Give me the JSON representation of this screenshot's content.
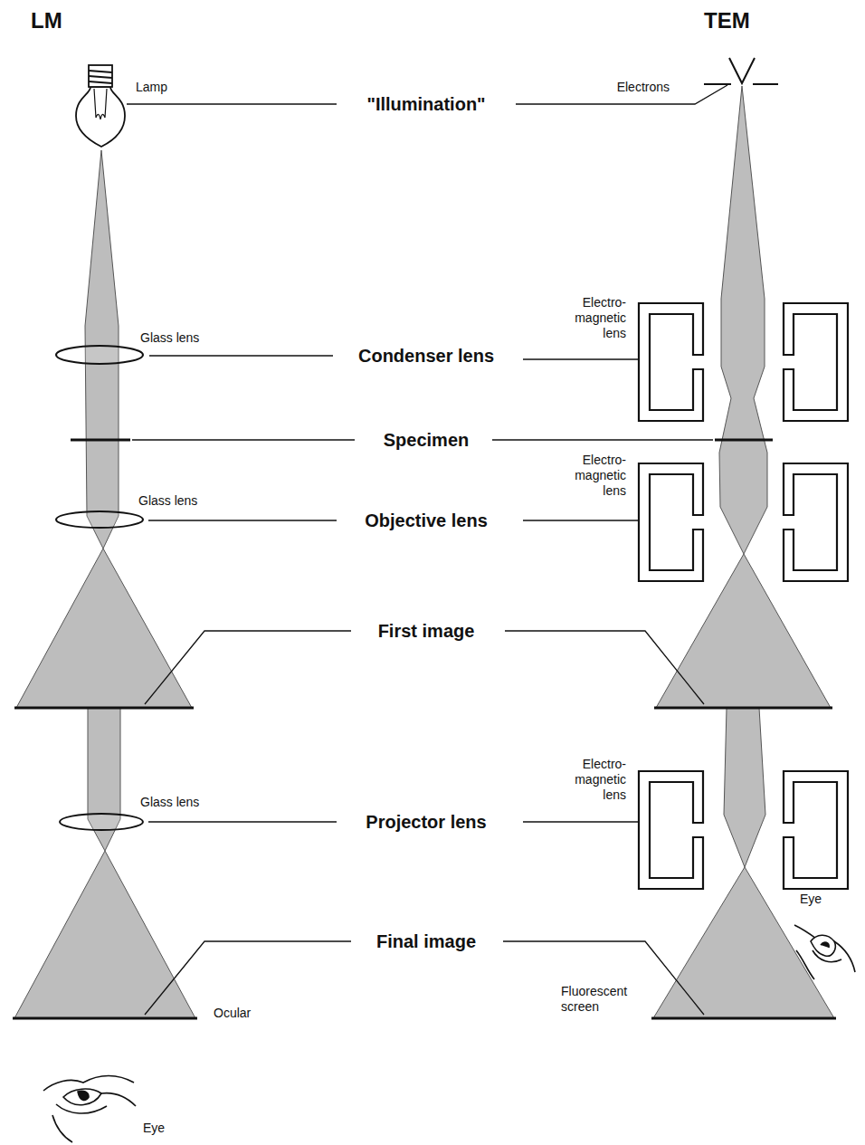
{
  "diagram": {
    "labels": [
      "LM",
      "TEM",
      "Lamp",
      "\"Illumination\"",
      "Electrons",
      "Electro- magnetic lens",
      "Glass lens",
      "Condenser lens",
      "Specimen",
      "Electro- magnetic lens",
      "Glass lens",
      "Objective lens",
      "First image",
      "Electro- magnetic lens",
      "Glass lens",
      "Projector lens",
      "Eye",
      "Final image",
      "Fluorescent screen",
      "Ocular",
      "Eye"
    ]
  }
}
